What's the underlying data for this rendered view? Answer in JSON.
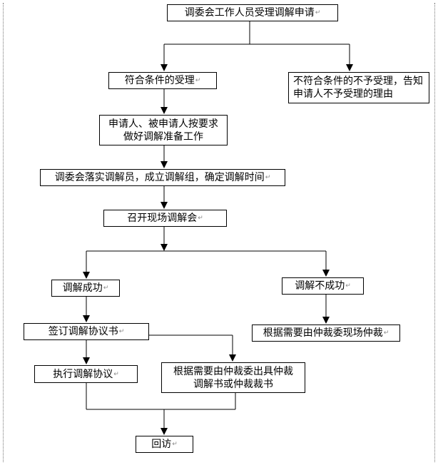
{
  "nodes": {
    "n1": "调委会工作人员受理调解申请",
    "n2": "符合条件的受理",
    "n3": "不符合条件的不予受理，告知申请人不予受理的理由",
    "n4": "申请人、被申请人按要求做好调解准备工作",
    "n5": "调委会落实调解员，成立调解组，确定调解时间",
    "n6": "召开现场调解会",
    "n7": "调解成功",
    "n8": "调解不成功",
    "n9": "签订调解协议书",
    "n10": "根据需要由仲裁委现场仲裁",
    "n11": "执行调解协议",
    "n12": "根据需要由仲裁委出具仲裁调解书或仲裁裁书",
    "n13": "回访"
  },
  "return_mark": "↵"
}
